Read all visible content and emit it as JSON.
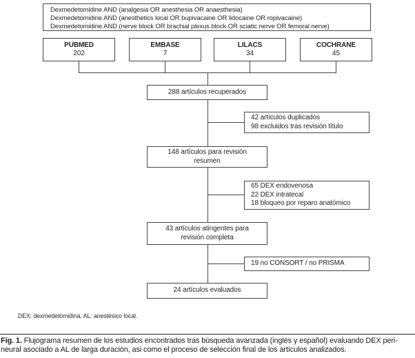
{
  "search_box": {
    "lines": [
      "Dexmedetomidine AND (analgesia OR anesthesia OR anaesthesia)",
      "Dexmedetomidine AND (anesthetics local OR bupivacaine OR lidocaine OR ropivacaine)",
      "Dexmedetomidine AND (nerve block OR brachial plexus block OR sciatic nerve OR femoral nerve)"
    ]
  },
  "databases": [
    {
      "name": "PUBMED",
      "count": "202"
    },
    {
      "name": "EMBASE",
      "count": "7"
    },
    {
      "name": "LILACS",
      "count": "34"
    },
    {
      "name": "COCHRANE",
      "count": "45"
    }
  ],
  "flow": {
    "retrieved": {
      "lines": [
        "288 artículos recuperados"
      ]
    },
    "excluded_title": {
      "lines": [
        "42 artículos duplicados",
        "98 excluidos tras revisión título"
      ]
    },
    "abstract_review": {
      "lines": [
        "148 artículos para revisión",
        "resumen"
      ]
    },
    "excluded_abstract": {
      "lines": [
        "65 DEX endovenosa",
        "22 DEX intratecal",
        "18 bloqueo por reparo anatómico"
      ]
    },
    "full_review": {
      "lines": [
        "43 artículos atingentes para",
        "revisión completa"
      ]
    },
    "excluded_reporting": {
      "lines": [
        "19 no CONSORT / no PRISMA"
      ]
    },
    "evaluated": {
      "lines": [
        "24 artículos evaluados"
      ]
    }
  },
  "footnote": "DEX: dexmedetomidina. AL: anestésico local.",
  "caption": {
    "fig_label": "Fig. 1.",
    "line1_rest": "  Flujograma resumen de los estudios encontrados tras búsqueda avanzada (inglés y español) evaluando DEX peri-",
    "line2": "neural asociado a AL de larga duración, asi como el proceso de selección final de los artículos analizados."
  },
  "colors": {
    "border": "#454545",
    "text": "#1f1f1f",
    "background": "#ffffff"
  }
}
